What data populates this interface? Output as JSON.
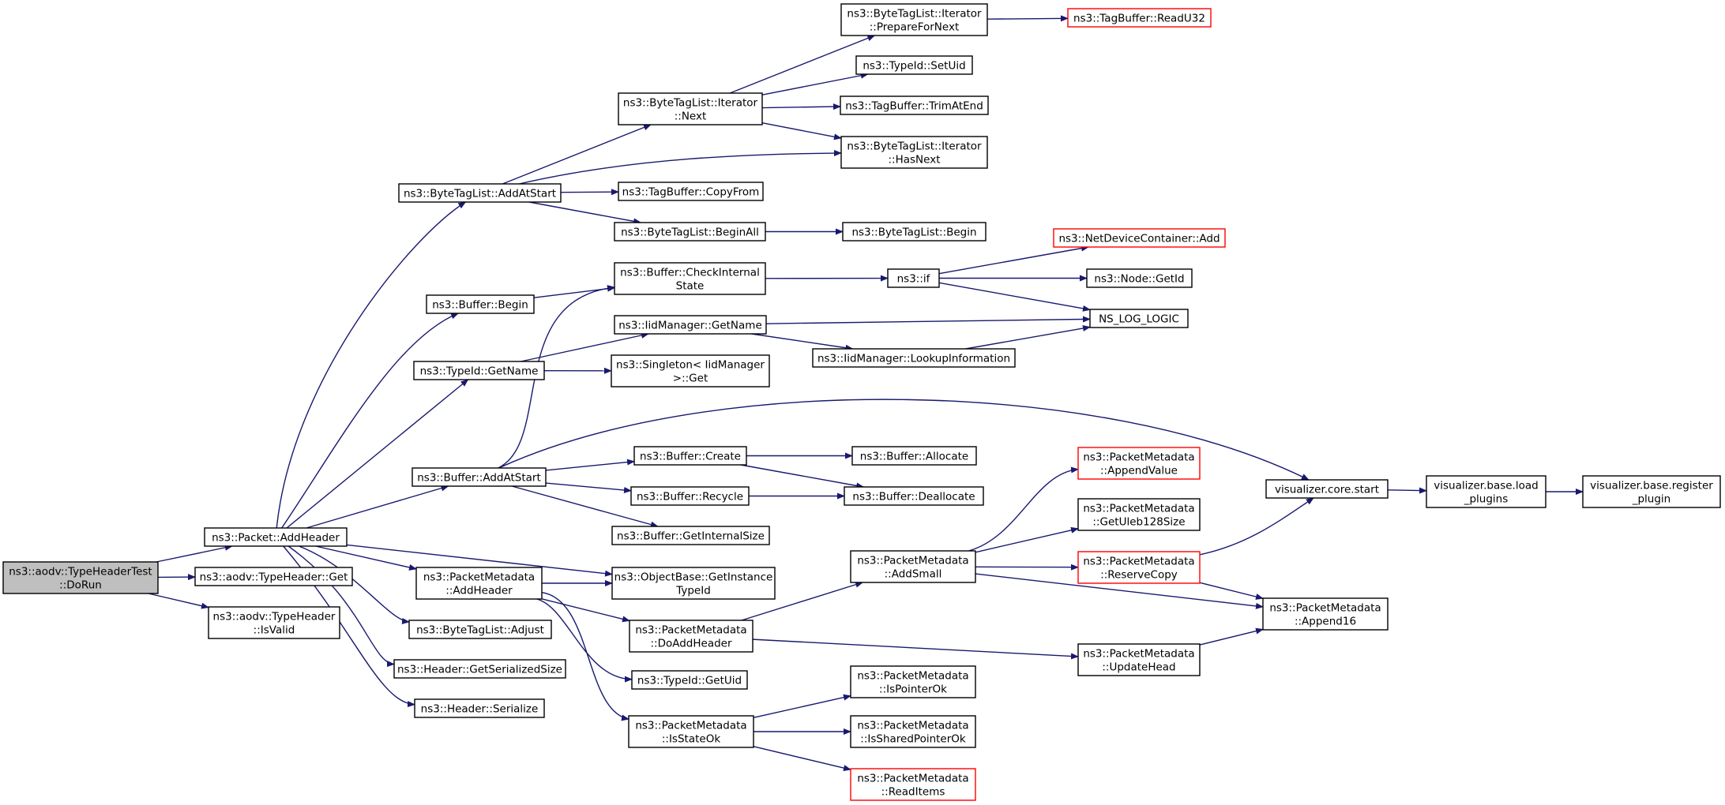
{
  "graph": {
    "title": "",
    "colors": {
      "edge": "#191970",
      "node_border": "#000000",
      "node_border_truncated": "#ff0000",
      "root_fill": "#bfbfbf",
      "node_fill": "#ffffff"
    },
    "nodes": [
      {
        "id": "dorun",
        "lines": [
          "ns3::aodv::TypeHeaderTest",
          "::DoRun"
        ],
        "kind": "root"
      },
      {
        "id": "addheader",
        "lines": [
          "ns3::Packet::AddHeader"
        ],
        "kind": "normal"
      },
      {
        "id": "typeheader_get",
        "lines": [
          "ns3::aodv::TypeHeader::Get"
        ],
        "kind": "normal"
      },
      {
        "id": "typeheader_isvalid",
        "lines": [
          "ns3::aodv::TypeHeader",
          "::IsValid"
        ],
        "kind": "normal"
      },
      {
        "id": "btl_addatstart",
        "lines": [
          "ns3::ByteTagList::AddAtStart"
        ],
        "kind": "normal"
      },
      {
        "id": "buffer_begin",
        "lines": [
          "ns3::Buffer::Begin"
        ],
        "kind": "normal"
      },
      {
        "id": "typeid_getname",
        "lines": [
          "ns3::TypeId::GetName"
        ],
        "kind": "normal"
      },
      {
        "id": "buffer_addatstart",
        "lines": [
          "ns3::Buffer::AddAtStart"
        ],
        "kind": "normal"
      },
      {
        "id": "pm_addheader",
        "lines": [
          "ns3::PacketMetadata",
          "::AddHeader"
        ],
        "kind": "normal"
      },
      {
        "id": "btl_adjust",
        "lines": [
          "ns3::ByteTagList::Adjust"
        ],
        "kind": "normal"
      },
      {
        "id": "header_getsersize",
        "lines": [
          "ns3::Header::GetSerializedSize"
        ],
        "kind": "normal"
      },
      {
        "id": "header_serialize",
        "lines": [
          "ns3::Header::Serialize"
        ],
        "kind": "normal"
      },
      {
        "id": "btl_it_next",
        "lines": [
          "ns3::ByteTagList::Iterator",
          "::Next"
        ],
        "kind": "normal"
      },
      {
        "id": "tagbuffer_copyfrom",
        "lines": [
          "ns3::TagBuffer::CopyFrom"
        ],
        "kind": "normal"
      },
      {
        "id": "btl_beginall",
        "lines": [
          "ns3::ByteTagList::BeginAll"
        ],
        "kind": "normal"
      },
      {
        "id": "buffer_checkinternal",
        "lines": [
          "ns3::Buffer::CheckInternal",
          "State"
        ],
        "kind": "normal"
      },
      {
        "id": "iid_getname",
        "lines": [
          "ns3::IidManager::GetName"
        ],
        "kind": "normal"
      },
      {
        "id": "singleton_get",
        "lines": [
          "ns3::Singleton< IidManager",
          " >::Get"
        ],
        "kind": "normal"
      },
      {
        "id": "buffer_create",
        "lines": [
          "ns3::Buffer::Create"
        ],
        "kind": "normal"
      },
      {
        "id": "buffer_recycle",
        "lines": [
          "ns3::Buffer::Recycle"
        ],
        "kind": "normal"
      },
      {
        "id": "buffer_getinternalsize",
        "lines": [
          "ns3::Buffer::GetInternalSize"
        ],
        "kind": "normal"
      },
      {
        "id": "objectbase_getinstance",
        "lines": [
          "ns3::ObjectBase::GetInstance",
          "TypeId"
        ],
        "kind": "normal"
      },
      {
        "id": "pm_doaddheader",
        "lines": [
          "ns3::PacketMetadata",
          "::DoAddHeader"
        ],
        "kind": "normal"
      },
      {
        "id": "typeid_getuid",
        "lines": [
          "ns3::TypeId::GetUid"
        ],
        "kind": "normal"
      },
      {
        "id": "pm_isstateok",
        "lines": [
          "ns3::PacketMetadata",
          "::IsStateOk"
        ],
        "kind": "normal"
      },
      {
        "id": "btl_it_preparefornext",
        "lines": [
          "ns3::ByteTagList::Iterator",
          "::PrepareForNext"
        ],
        "kind": "normal"
      },
      {
        "id": "typeid_setuid",
        "lines": [
          "ns3::TypeId::SetUid"
        ],
        "kind": "normal"
      },
      {
        "id": "tagbuffer_trimatend",
        "lines": [
          "ns3::TagBuffer::TrimAtEnd"
        ],
        "kind": "normal"
      },
      {
        "id": "btl_it_hasnext",
        "lines": [
          "ns3::ByteTagList::Iterator",
          "::HasNext"
        ],
        "kind": "normal"
      },
      {
        "id": "btl_begin",
        "lines": [
          "ns3::ByteTagList::Begin"
        ],
        "kind": "normal"
      },
      {
        "id": "ns3_if",
        "lines": [
          "ns3::if"
        ],
        "kind": "normal"
      },
      {
        "id": "iid_lookupinfo",
        "lines": [
          "ns3::IidManager::LookupInformation"
        ],
        "kind": "normal"
      },
      {
        "id": "buffer_allocate",
        "lines": [
          "ns3::Buffer::Allocate"
        ],
        "kind": "normal"
      },
      {
        "id": "buffer_deallocate",
        "lines": [
          "ns3::Buffer::Deallocate"
        ],
        "kind": "normal"
      },
      {
        "id": "pm_addsmall",
        "lines": [
          "ns3::PacketMetadata",
          "::AddSmall"
        ],
        "kind": "normal"
      },
      {
        "id": "pm_ispointerok",
        "lines": [
          "ns3::PacketMetadata",
          "::IsPointerOk"
        ],
        "kind": "normal"
      },
      {
        "id": "pm_issharedpointerok",
        "lines": [
          "ns3::PacketMetadata",
          "::IsSharedPointerOk"
        ],
        "kind": "normal"
      },
      {
        "id": "pm_readitems",
        "lines": [
          "ns3::PacketMetadata",
          "::ReadItems"
        ],
        "kind": "truncated"
      },
      {
        "id": "tagbuffer_readu32",
        "lines": [
          "ns3::TagBuffer::ReadU32"
        ],
        "kind": "truncated"
      },
      {
        "id": "netdevcontainer_add",
        "lines": [
          "ns3::NetDeviceContainer::Add"
        ],
        "kind": "truncated"
      },
      {
        "id": "node_getid",
        "lines": [
          "ns3::Node::GetId"
        ],
        "kind": "normal"
      },
      {
        "id": "ns_log_logic",
        "lines": [
          "NS_LOG_LOGIC"
        ],
        "kind": "normal"
      },
      {
        "id": "pm_appendvalue",
        "lines": [
          "ns3::PacketMetadata",
          "::AppendValue"
        ],
        "kind": "truncated"
      },
      {
        "id": "pm_getuleb128size",
        "lines": [
          "ns3::PacketMetadata",
          "::GetUleb128Size"
        ],
        "kind": "normal"
      },
      {
        "id": "pm_reservecopy",
        "lines": [
          "ns3::PacketMetadata",
          "::ReserveCopy"
        ],
        "kind": "truncated"
      },
      {
        "id": "pm_updatehead",
        "lines": [
          "ns3::PacketMetadata",
          "::UpdateHead"
        ],
        "kind": "normal"
      },
      {
        "id": "viz_core_start",
        "lines": [
          "visualizer.core.start"
        ],
        "kind": "normal"
      },
      {
        "id": "pm_append16",
        "lines": [
          "ns3::PacketMetadata",
          "::Append16"
        ],
        "kind": "normal"
      },
      {
        "id": "viz_base_load",
        "lines": [
          "visualizer.base.load",
          "_plugins"
        ],
        "kind": "normal"
      },
      {
        "id": "viz_base_register",
        "lines": [
          "visualizer.base.register",
          "_plugin"
        ],
        "kind": "normal"
      }
    ],
    "edges": [
      [
        "dorun",
        "addheader"
      ],
      [
        "dorun",
        "typeheader_get"
      ],
      [
        "dorun",
        "typeheader_isvalid"
      ],
      [
        "addheader",
        "btl_addatstart"
      ],
      [
        "addheader",
        "buffer_begin"
      ],
      [
        "addheader",
        "typeid_getname"
      ],
      [
        "addheader",
        "buffer_addatstart"
      ],
      [
        "addheader",
        "pm_addheader"
      ],
      [
        "addheader",
        "btl_adjust"
      ],
      [
        "addheader",
        "header_getsersize"
      ],
      [
        "addheader",
        "header_serialize"
      ],
      [
        "addheader",
        "objectbase_getinstance"
      ],
      [
        "btl_addatstart",
        "btl_it_next"
      ],
      [
        "btl_addatstart",
        "tagbuffer_copyfrom"
      ],
      [
        "btl_addatstart",
        "btl_beginall"
      ],
      [
        "btl_addatstart",
        "btl_it_hasnext"
      ],
      [
        "btl_it_next",
        "btl_it_preparefornext"
      ],
      [
        "btl_it_next",
        "typeid_setuid"
      ],
      [
        "btl_it_next",
        "tagbuffer_trimatend"
      ],
      [
        "btl_it_next",
        "btl_it_hasnext"
      ],
      [
        "btl_it_preparefornext",
        "tagbuffer_readu32"
      ],
      [
        "btl_beginall",
        "btl_begin"
      ],
      [
        "buffer_begin",
        "buffer_checkinternal"
      ],
      [
        "buffer_checkinternal",
        "ns3_if"
      ],
      [
        "ns3_if",
        "netdevcontainer_add"
      ],
      [
        "ns3_if",
        "node_getid"
      ],
      [
        "ns3_if",
        "ns_log_logic"
      ],
      [
        "typeid_getname",
        "iid_getname"
      ],
      [
        "typeid_getname",
        "singleton_get"
      ],
      [
        "iid_getname",
        "ns_log_logic"
      ],
      [
        "iid_getname",
        "iid_lookupinfo"
      ],
      [
        "iid_lookupinfo",
        "ns_log_logic"
      ],
      [
        "buffer_addatstart",
        "buffer_checkinternal"
      ],
      [
        "buffer_addatstart",
        "buffer_create"
      ],
      [
        "buffer_addatstart",
        "buffer_recycle"
      ],
      [
        "buffer_addatstart",
        "buffer_getinternalsize"
      ],
      [
        "buffer_addatstart",
        "viz_core_start"
      ],
      [
        "buffer_create",
        "buffer_allocate"
      ],
      [
        "buffer_create",
        "buffer_deallocate"
      ],
      [
        "buffer_recycle",
        "buffer_deallocate"
      ],
      [
        "pm_addheader",
        "objectbase_getinstance"
      ],
      [
        "pm_addheader",
        "pm_doaddheader"
      ],
      [
        "pm_addheader",
        "typeid_getuid"
      ],
      [
        "pm_addheader",
        "pm_isstateok"
      ],
      [
        "pm_doaddheader",
        "pm_addsmall"
      ],
      [
        "pm_doaddheader",
        "pm_updatehead"
      ],
      [
        "pm_isstateok",
        "pm_ispointerok"
      ],
      [
        "pm_isstateok",
        "pm_issharedpointerok"
      ],
      [
        "pm_isstateok",
        "pm_readitems"
      ],
      [
        "pm_addsmall",
        "pm_appendvalue"
      ],
      [
        "pm_addsmall",
        "pm_getuleb128size"
      ],
      [
        "pm_addsmall",
        "pm_reservecopy"
      ],
      [
        "pm_addsmall",
        "pm_append16"
      ],
      [
        "pm_reservecopy",
        "viz_core_start"
      ],
      [
        "pm_reservecopy",
        "pm_append16"
      ],
      [
        "pm_updatehead",
        "pm_append16"
      ],
      [
        "viz_core_start",
        "viz_base_load"
      ],
      [
        "viz_base_load",
        "viz_base_register"
      ]
    ]
  }
}
